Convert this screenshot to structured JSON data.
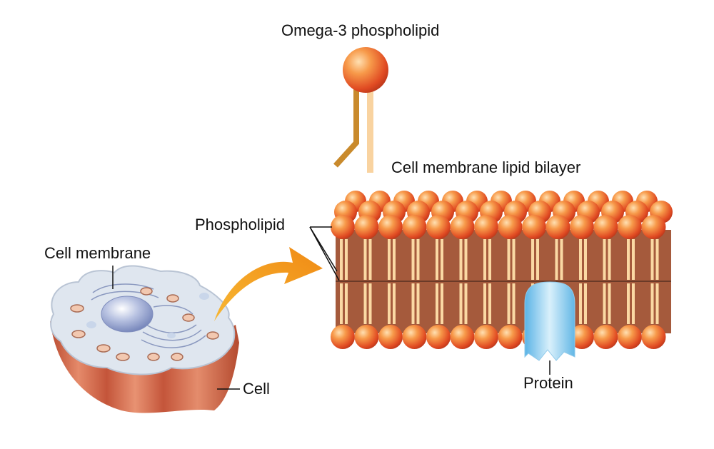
{
  "labels": {
    "omega3": "Omega-3 phospholipid",
    "bilayer": "Cell membrane lipid bilayer",
    "phospholipid": "Phospholipid",
    "cell_membrane": "Cell membrane",
    "cell": "Cell",
    "protein": "Protein"
  },
  "colors": {
    "head": "#e8542a",
    "head_highlight": "#ffd9a8",
    "tail_light": "#fbd9a4",
    "tail_dark": "#c98a2c",
    "membrane_core": "#a0553a",
    "arrow": "#f59b1b",
    "cell_top": "#dde5ef",
    "cell_side": "#c5553a",
    "nucleus": "#9aa8d0",
    "protein": "#7fc3ea"
  },
  "icons": [
    "phospholipid-head-icon",
    "protein-channel-icon",
    "cell-illustration",
    "curved-arrow-icon"
  ]
}
